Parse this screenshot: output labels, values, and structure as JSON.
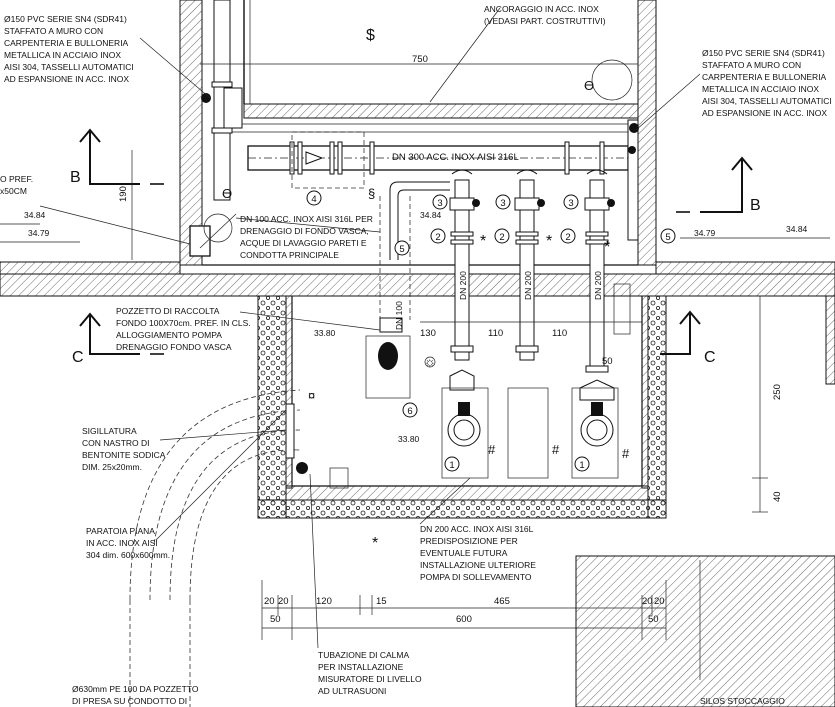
{
  "notes": {
    "pipe_left": [
      "Ø150 PVC SERIE SN4 (SDR41)",
      "STAFFATO A MURO CON",
      "CARPENTERIA E BULLONERIA",
      "METALLICA IN ACCIAIO INOX",
      "AISI 304, TASSELLI AUTOMATICI",
      "AD ESPANSIONE IN ACC. INOX"
    ],
    "pipe_right": [
      "Ø150 PVC SERIE SN4 (SDR41)",
      "STAFFATO A MURO CON",
      "CARPENTERIA E BULLONERIA",
      "METALLICA IN ACCIAIO INOX",
      "AISI 304, TASSELLI AUTOMATICI",
      "AD ESPANSIONE IN ACC. INOX"
    ],
    "anchor": [
      "ANCORAGGIO IN ACC. INOX",
      "(VEDASI PART. COSTRUTTIVI)"
    ],
    "drain_pipe": [
      "DN 100 ACC. INOX AISI 316L PER",
      "DRENAGGIO DI FONDO VASCA,",
      "ACQUE DI LAVAGGIO PARETI E",
      "CONDOTTA PRINCIPALE"
    ],
    "sump": [
      "POZZETTO DI RACCOLTA",
      "FONDO 100X70cm. PREF. IN CLS.",
      "ALLOGGIAMENTO POMPA",
      "DRENAGGIO FONDO VASCA"
    ],
    "sealing": [
      "SIGILLATURA",
      "CON NASTRO DI",
      "BENTONITE SODICA",
      "DIM. 25x20mm."
    ],
    "gate": [
      "PARATOIA PIANA",
      "IN ACC. INOX AISI",
      "304 dim. 600x600mm."
    ],
    "future_pump": [
      "DN 200 ACC. INOX AISI 316L",
      "PREDISPOSIZIONE PER",
      "EVENTUALE FUTURA",
      "INSTALLAZIONE ULTERIORE",
      "POMPA DI SOLLEVAMENTO"
    ],
    "calm_pipe": [
      "TUBAZIONE DI CALMA",
      "PER INSTALLAZIONE",
      "MISURATORE DI LIVELLO",
      "AD ULTRASUONI"
    ],
    "intake": [
      "Ø630mm PE 100 DA POZZETTO",
      "DI PRESA SU CONDOTTO DI"
    ],
    "pref_left": [
      "O PREF.",
      "x50CM"
    ],
    "silos": "SILOS STOCCAGGIO"
  },
  "pipe_labels": {
    "dn300": "DN 300 ACC. INOX AISI 316L",
    "dn200": "DN 200",
    "dn100": "DN 100"
  },
  "elevations": {
    "e3484_left": "34.84",
    "e3479_left": "34.79",
    "e3484_mid": "34.84",
    "e3479_right": "34.79",
    "e3484_right": "34.84",
    "e3380_top": "33.80",
    "e3380_bot": "33.80"
  },
  "dimensions": {
    "d750": "750",
    "d190": "190",
    "d250": "250",
    "d40": "40",
    "d130": "130",
    "d110a": "110",
    "d110b": "110",
    "d50": "50",
    "b20a": "20",
    "b20b": "20",
    "b120": "120",
    "b15": "15",
    "b465": "465",
    "b20c": "20",
    "b20d": "20",
    "b50a": "50",
    "b600": "600",
    "b50b": "50"
  },
  "sections": {
    "b_left": "B",
    "b_right": "B",
    "c_left": "C",
    "c_right": "C"
  },
  "markers": {
    "dollar": "$",
    "section": "§",
    "theta": "ϴ",
    "currency": "¤",
    "hash": "#",
    "star": "*",
    "sun": "☼"
  },
  "callouts": [
    "1",
    "2",
    "3",
    "4",
    "5",
    "6"
  ]
}
